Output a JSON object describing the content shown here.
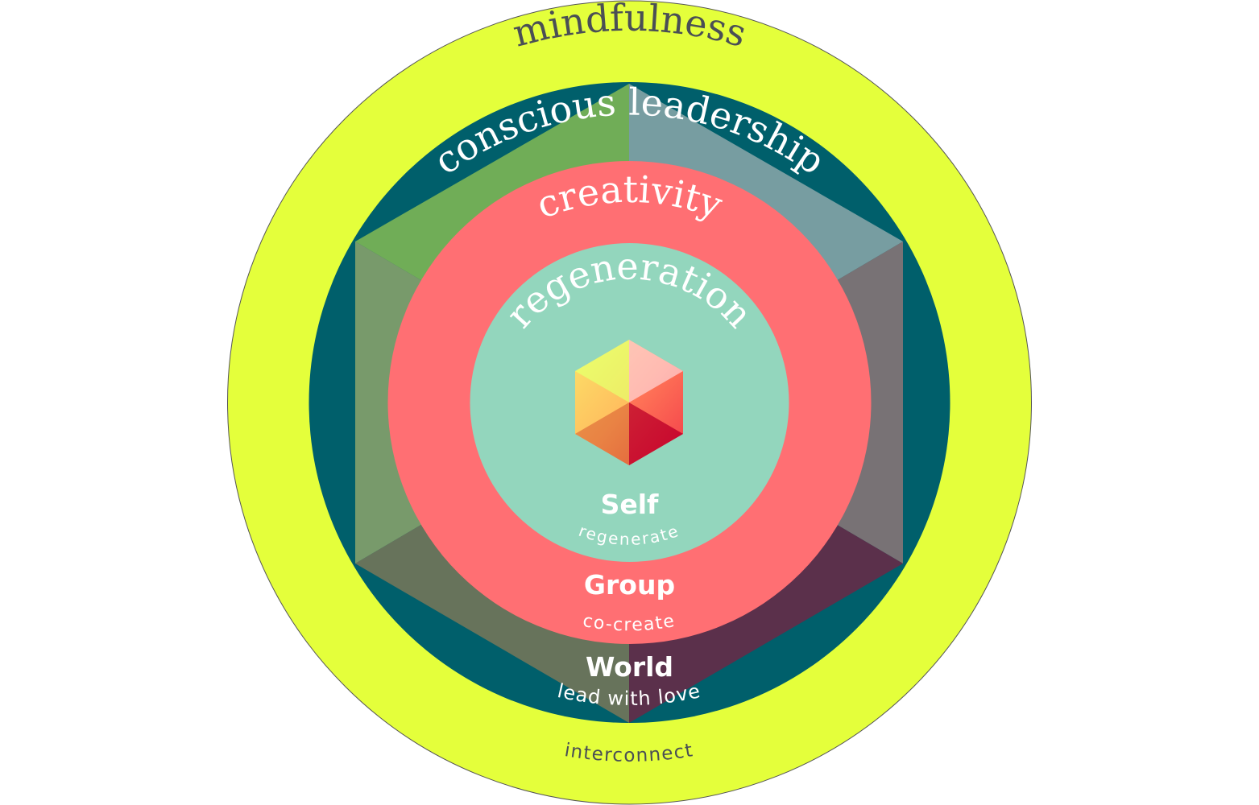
{
  "rings": {
    "outer": {
      "title": "mindfulness",
      "subtitle": "interconnect",
      "color": "#e4ff3b"
    },
    "second": {
      "title": "conscious leadership",
      "label": "World",
      "subtitle": "lead with love",
      "color": "#005f6b"
    },
    "third": {
      "title": "creativity",
      "label": "Group",
      "subtitle": "co-create",
      "color": "#ff6f73"
    },
    "inner": {
      "title": "regeneration",
      "label": "Self",
      "subtitle": "regenerate",
      "color": "#93d6bd"
    }
  },
  "colors": {
    "outline": "#555555",
    "title_dark": "#4a4f55",
    "text_light": "#ffffff"
  },
  "icons": {
    "center": "gem-icon",
    "background": "hexagon-icon"
  }
}
